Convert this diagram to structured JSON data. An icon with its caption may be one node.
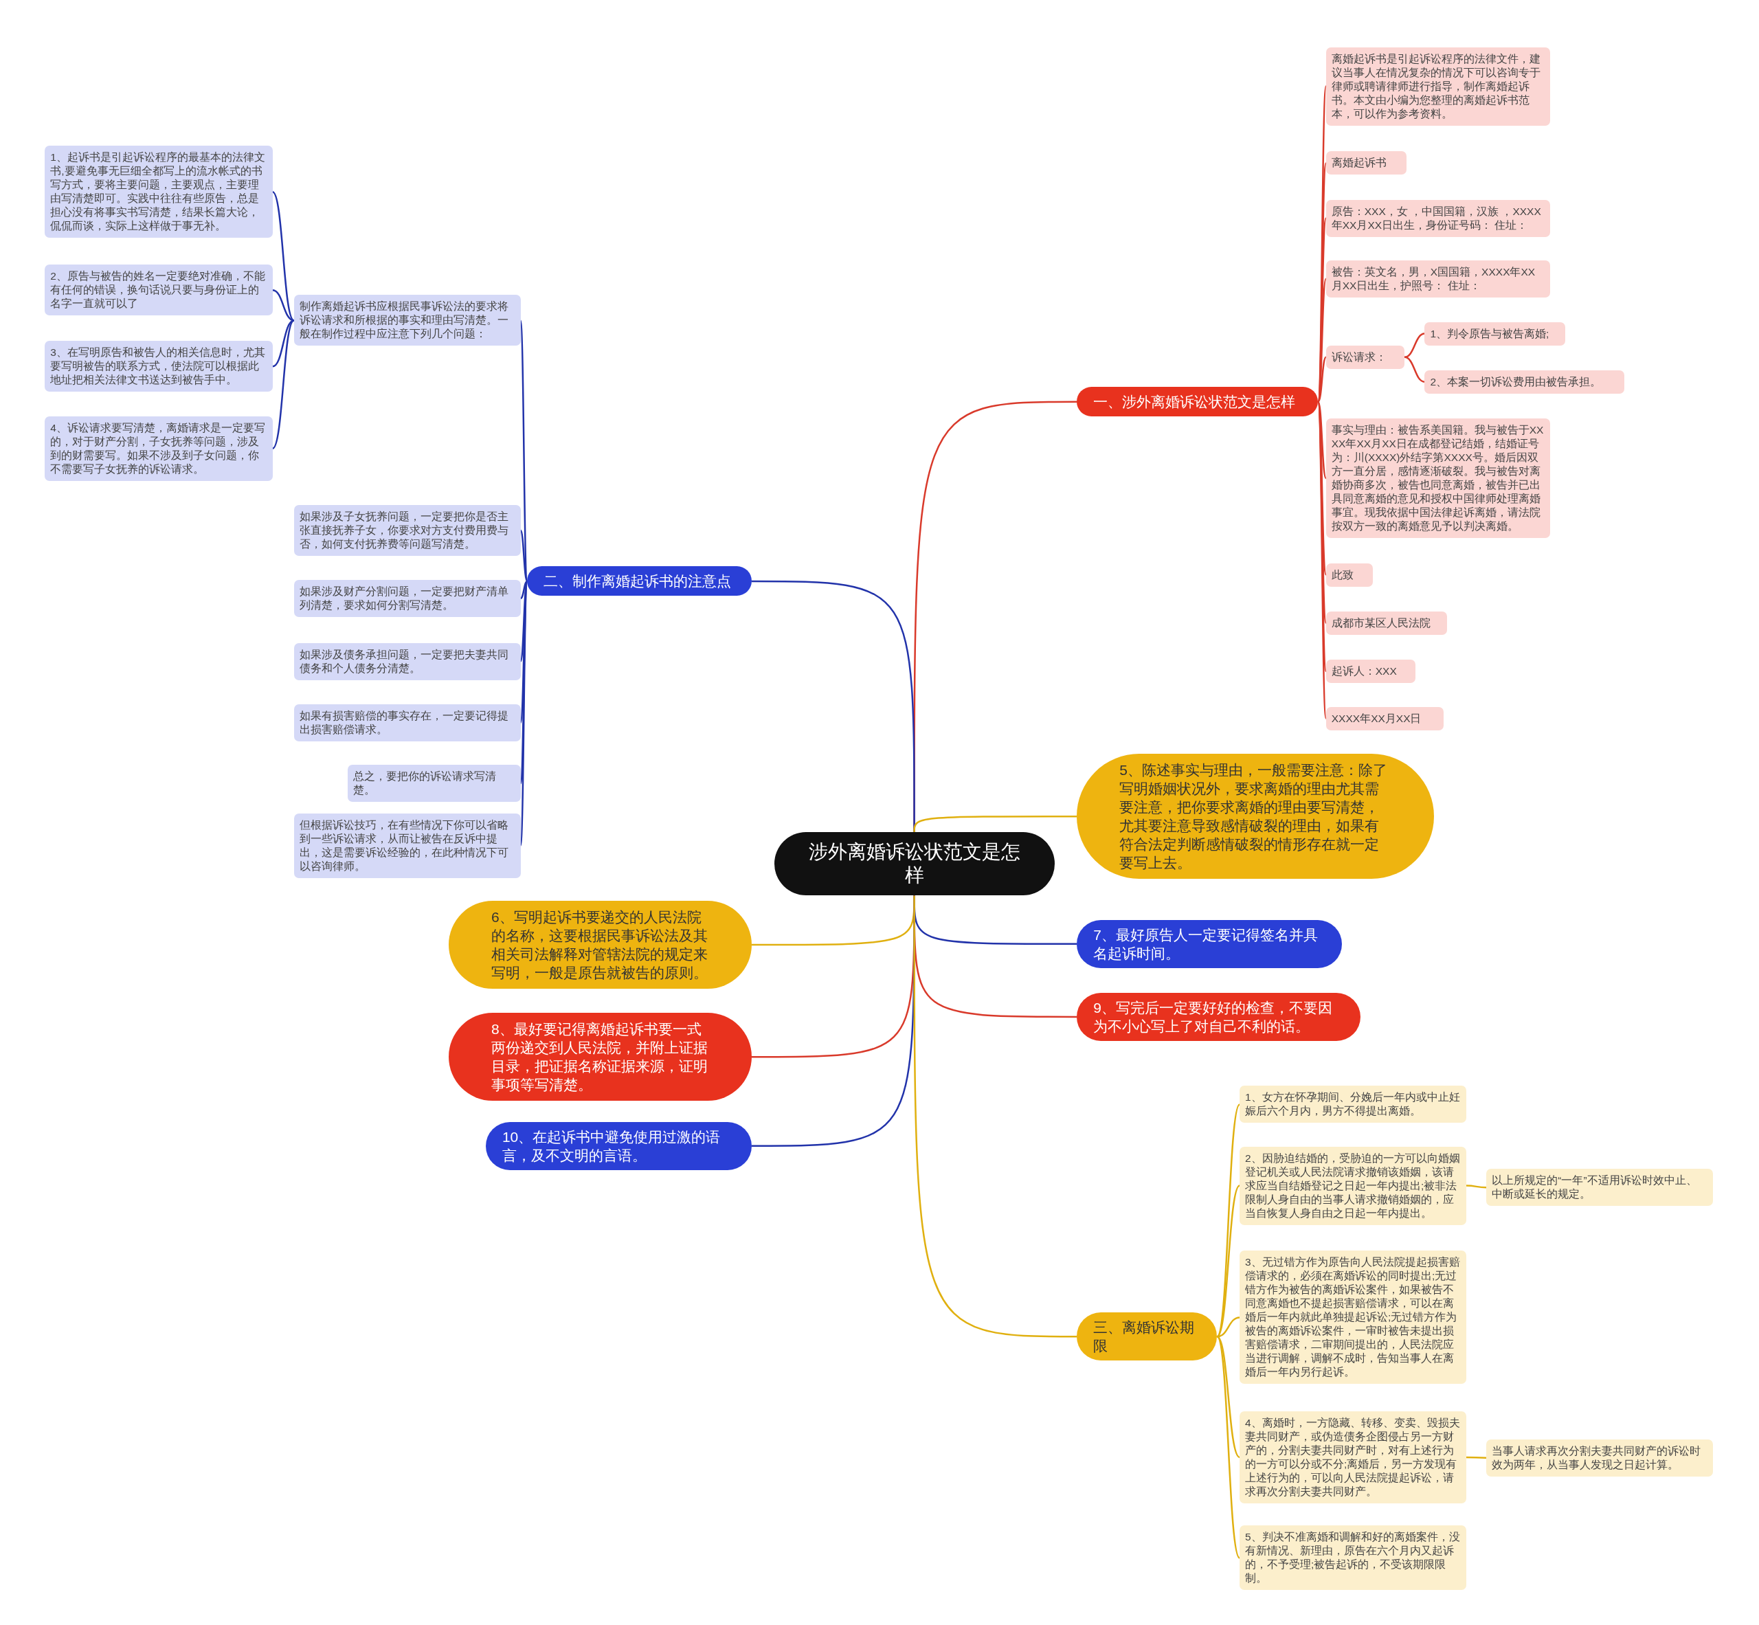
{
  "diagram": {
    "nodes": [
      {
        "text": [
          "涉外离婚诉讼状范文是怎样"
        ]
      },
      {
        "text": [
          "一、涉外离婚诉讼状范文是怎样"
        ]
      },
      {
        "text": [
          "离婚起诉书是引起诉讼程序的法律文件，建议当事人在情况复杂的情况下可以咨询专于律师或聘请律师进行指导，制作离婚起诉书。本文由小编为您整理的离婚起诉书范本，可以作为参考资料。"
        ]
      },
      {
        "text": [
          "离婚起诉书"
        ]
      },
      {
        "text": [
          "原告：XXX，女 ，中国国籍，汉族 ，XXXX年XX月XX日出生，身份证号码：  住址："
        ]
      },
      {
        "text": [
          "被告：英文名，男，X国国籍，XXXX年XX月XX日出生，护照号：  住址："
        ]
      },
      {
        "text": [
          "诉讼请求："
        ]
      },
      {
        "text": [
          "1、判令原告与被告离婚;"
        ]
      },
      {
        "text": [
          "2、本案一切诉讼费用由被告承担。"
        ]
      },
      {
        "text": [
          "事实与理由：被告系美国籍。我与被告于XXXX年XX月XX日在成都登记结婚，结婚证号为：川(XXXX)外结字第XXXX号。婚后因双方一直分居，感情逐渐破裂。我与被告对离婚协商多次，被告也同意离婚，被告并已出具同意离婚的意见和授权中国律师处理离婚事宜。现我依据中国法律起诉离婚，请法院按双方一致的离婚意见予以判决离婚。"
        ]
      },
      {
        "text": [
          "此致"
        ]
      },
      {
        "text": [
          "成都市某区人民法院"
        ]
      },
      {
        "text": [
          "起诉人：XXX"
        ]
      },
      {
        "text": [
          "XXXX年XX月XX日"
        ]
      },
      {
        "text": [
          "二、制作离婚起诉书的注意点"
        ]
      },
      {
        "text": [
          "制作离婚起诉书应根据民事诉讼法的要求将诉讼请求和所根据的事实和理由写清楚。一般在制作过程中应注意下列几个问题："
        ]
      },
      {
        "text": [
          "1、起诉书是引起诉讼程序的最基本的法律文书,要避免事无巨细全都写上的流水帐式的书写方式，要将主要问题，主要观点，主要理由写清楚即可。实践中往往有些原告，总是担心没有将事实书写清楚，结果长篇大论，侃侃而谈，实际上这样做于事无补。"
        ]
      },
      {
        "text": [
          "2、原告与被告的姓名一定要绝对准确，不能有任何的错误，换句话说只要与身份证上的名字一直就可以了"
        ]
      },
      {
        "text": [
          "3、在写明原告和被告人的相关信息时，尤其要写明被告的联系方式，使法院可以根据此地址把相关法律文书送达到被告手中。"
        ]
      },
      {
        "text": [
          "4、诉讼请求要写清楚，离婚请求是一定要写的，对于财产分割，子女抚养等问题，涉及到的财需要写。如果不涉及到子女问题，你不需要写子女抚养的诉讼请求。"
        ]
      },
      {
        "text": [
          "如果涉及子女抚养问题，一定要把你是否主张直接抚养子女，你要求对方支付费用费与否，如何支付抚养费等问题写清楚。"
        ]
      },
      {
        "text": [
          "如果涉及财产分割问题，一定要把财产清单列清楚，要求如何分割写清楚。"
        ]
      },
      {
        "text": [
          "如果涉及债务承担问题，一定要把夫妻共同债务和个人债务分清楚。"
        ]
      },
      {
        "text": [
          "如果有损害赔偿的事实存在，一定要记得提出损害赔偿请求。"
        ]
      },
      {
        "text": [
          "总之，要把你的诉讼请求写清楚。"
        ]
      },
      {
        "text": [
          "但根据诉讼技巧，在有些情况下你可以省略到一些诉讼请求，从而让被告在反诉中提出，这是需要诉讼经验的，在此种情况下可以咨询律师。"
        ]
      },
      {
        "text": [
          "5、陈述事实与理由，一般需要注意：除了写明婚姻状况外，要求离婚的理由尤其需要注意，把你要求离婚的理由要写清楚，尤其要注意导致感情破裂的理由，如果有符合法定判断感情破裂的情形存在就一定要写上去。"
        ]
      },
      {
        "text": [
          "6、写明起诉书要递交的人民法院的名称，这要根据民事诉讼法及其相关司法解释对管辖法院的规定来写明，一般是原告就被告的原则。"
        ]
      },
      {
        "text": [
          "7、最好原告人一定要记得签名并具名起诉时间。"
        ]
      },
      {
        "text": [
          "8、最好要记得离婚起诉书要一式两份递交到人民法院，并附上证据目录，把证据名称证据来源，证明事项等写清楚。"
        ]
      },
      {
        "text": [
          "9、写完后一定要好好的检查，不要因为不小心写上了对自己不利的话。"
        ]
      },
      {
        "text": [
          "10、在起诉书中避免使用过激的语言，及不文明的言语。"
        ]
      },
      {
        "text": [
          "三、离婚诉讼期限"
        ]
      },
      {
        "text": [
          "1、女方在怀孕期间、分娩后一年内或中止妊娠后六个月内，男方不得提出离婚。"
        ]
      },
      {
        "text": [
          "2、因胁迫结婚的，受胁迫的一方可以向婚姻登记机关或人民法院请求撤销该婚姻，该请求应当自结婚登记之日起一年内提出;被非法限制人身自由的当事人请求撤销婚姻的，应当自恢复人身自由之日起一年内提出。"
        ]
      },
      {
        "text": [
          "以上所规定的“一年”不适用诉讼时效中止、中断或延长的规定。"
        ]
      },
      {
        "text": [
          "3、无过错方作为原告向人民法院提起损害赔偿请求的，必须在离婚诉讼的同时提出;无过错方作为被告的离婚诉讼案件，如果被告不同意离婚也不提起损害赔偿请求，可以在离婚后一年内就此单独提起诉讼;无过错方作为被告的离婚诉讼案件，一审时被告未提出损害赔偿请求，二审期间提出的，人民法院应当进行调解，调解不成时，告知当事人在离婚后一年内另行起诉。"
        ]
      },
      {
        "text": [
          "4、离婚时，一方隐藏、转移、变卖、毁损夫妻共同财产，或伪造债务企图侵占另一方财产的，分割夫妻共同财产时，对有上述行为的一方可以分或不分;离婚后，另一方发现有上述行为的，可以向人民法院提起诉讼，请求再次分割夫妻共同财产。"
        ]
      },
      {
        "text": [
          "当事人请求再次分割夫妻共同财产的诉讼时效为两年，从当事人发现之日起计算。"
        ]
      },
      {
        "text": [
          "5、判决不准离婚和调解和好的离婚案件，没有新情况、新理由，原告在六个月内又起诉的，不予受理;被告起诉的，不受该期限限制。"
        ]
      }
    ],
    "edges": [
      {
        "from": 0,
        "to": 1,
        "arrow": "none",
        "color": "#d93a2b"
      },
      {
        "from": 1,
        "to": 2,
        "arrow": "none",
        "color": "#d93a2b"
      },
      {
        "from": 1,
        "to": 3,
        "arrow": "none",
        "color": "#d93a2b"
      },
      {
        "from": 1,
        "to": 4,
        "arrow": "none",
        "color": "#d93a2b"
      },
      {
        "from": 1,
        "to": 5,
        "arrow": "none",
        "color": "#d93a2b"
      },
      {
        "from": 1,
        "to": 6,
        "arrow": "none",
        "color": "#d93a2b"
      },
      {
        "from": 6,
        "to": 7,
        "arrow": "none",
        "color": "#d93a2b"
      },
      {
        "from": 6,
        "to": 8,
        "arrow": "none",
        "color": "#d93a2b"
      },
      {
        "from": 1,
        "to": 9,
        "arrow": "none",
        "color": "#d93a2b"
      },
      {
        "from": 1,
        "to": 10,
        "arrow": "none",
        "color": "#d93a2b"
      },
      {
        "from": 1,
        "to": 11,
        "arrow": "none",
        "color": "#d93a2b"
      },
      {
        "from": 1,
        "to": 12,
        "arrow": "none",
        "color": "#d93a2b"
      },
      {
        "from": 1,
        "to": 13,
        "arrow": "none",
        "color": "#d93a2b"
      },
      {
        "from": 0,
        "to": 14,
        "arrow": "none",
        "color": "#2233aa"
      },
      {
        "from": 14,
        "to": 15,
        "arrow": "none",
        "color": "#2233aa"
      },
      {
        "from": 15,
        "to": 16,
        "arrow": "none",
        "color": "#2233aa"
      },
      {
        "from": 15,
        "to": 17,
        "arrow": "none",
        "color": "#2233aa"
      },
      {
        "from": 15,
        "to": 18,
        "arrow": "none",
        "color": "#2233aa"
      },
      {
        "from": 15,
        "to": 19,
        "arrow": "none",
        "color": "#2233aa"
      },
      {
        "from": 14,
        "to": 20,
        "arrow": "none",
        "color": "#2233aa"
      },
      {
        "from": 14,
        "to": 21,
        "arrow": "none",
        "color": "#2233aa"
      },
      {
        "from": 14,
        "to": 22,
        "arrow": "none",
        "color": "#2233aa"
      },
      {
        "from": 14,
        "to": 23,
        "arrow": "none",
        "color": "#2233aa"
      },
      {
        "from": 14,
        "to": 24,
        "arrow": "none",
        "color": "#2233aa"
      },
      {
        "from": 14,
        "to": 25,
        "arrow": "none",
        "color": "#2233aa"
      },
      {
        "from": 0,
        "to": 26,
        "arrow": "none",
        "color": "#e0b010"
      },
      {
        "from": 0,
        "to": 27,
        "arrow": "none",
        "color": "#e0b010"
      },
      {
        "from": 0,
        "to": 28,
        "arrow": "none",
        "color": "#2233aa"
      },
      {
        "from": 0,
        "to": 29,
        "arrow": "none",
        "color": "#d93a2b"
      },
      {
        "from": 0,
        "to": 30,
        "arrow": "none",
        "color": "#d93a2b"
      },
      {
        "from": 0,
        "to": 31,
        "arrow": "none",
        "color": "#2233aa"
      },
      {
        "from": 0,
        "to": 32,
        "arrow": "none",
        "color": "#e0b010"
      },
      {
        "from": 32,
        "to": 33,
        "arrow": "none",
        "color": "#e0b010"
      },
      {
        "from": 32,
        "to": 34,
        "arrow": "none",
        "color": "#e0b010"
      },
      {
        "from": 34,
        "to": 35,
        "arrow": "none",
        "color": "#e0b010"
      },
      {
        "from": 32,
        "to": 36,
        "arrow": "none",
        "color": "#e0b010"
      },
      {
        "from": 32,
        "to": 37,
        "arrow": "none",
        "color": "#e0b010"
      },
      {
        "from": 37,
        "to": 38,
        "arrow": "none",
        "color": "#e0b010"
      },
      {
        "from": 32,
        "to": 39,
        "arrow": "none",
        "color": "#e0b010"
      }
    ]
  }
}
